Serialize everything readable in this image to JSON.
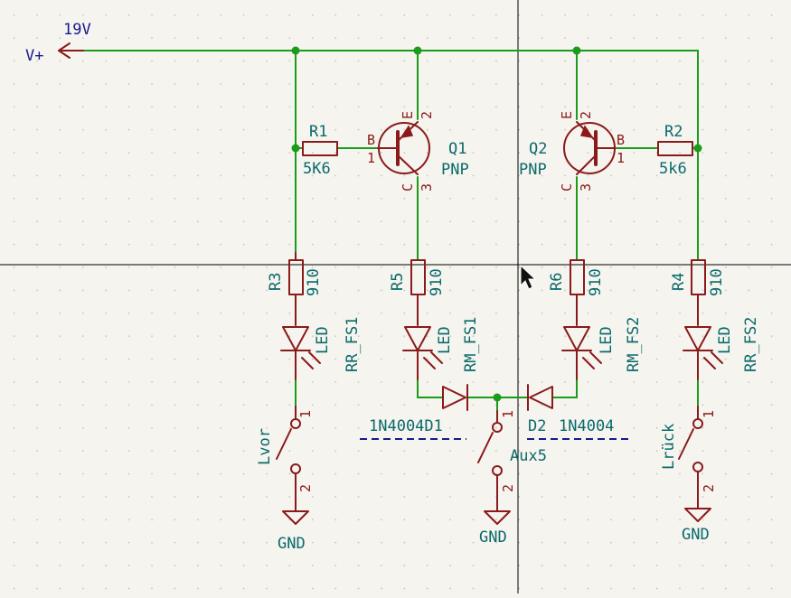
{
  "power": {
    "net_label": "V+",
    "voltage": "19V",
    "ground": "GND"
  },
  "resistors": {
    "r1": {
      "ref": "R1",
      "value": "5K6"
    },
    "r2": {
      "ref": "R2",
      "value": "5k6"
    },
    "r3": {
      "ref": "R3",
      "value": "910"
    },
    "r4": {
      "ref": "R4",
      "value": "910"
    },
    "r5": {
      "ref": "R5",
      "value": "910"
    },
    "r6": {
      "ref": "R6",
      "value": "910"
    }
  },
  "transistors": {
    "q1": {
      "ref": "Q1",
      "value": "PNP",
      "pin_b": "B",
      "pin_e": "E",
      "pin_c": "C",
      "num_b": "1",
      "num_e": "2",
      "num_c": "3"
    },
    "q2": {
      "ref": "Q2",
      "value": "PNP",
      "pin_b": "B",
      "pin_e": "E",
      "pin_c": "C",
      "num_b": "1",
      "num_e": "2",
      "num_c": "3"
    }
  },
  "leds": {
    "fs1": {
      "ref": "LED",
      "value": "RR_FS1"
    },
    "rm1": {
      "ref": "LED",
      "value": "RM_FS1"
    },
    "rm2": {
      "ref": "LED",
      "value": "RM_FS2"
    },
    "fs2": {
      "ref": "LED",
      "value": "RR_FS2"
    }
  },
  "diodes": {
    "d1": {
      "label": "1N4004D1"
    },
    "d2": {
      "ref": "D2",
      "value": "1N4004"
    }
  },
  "switches": {
    "lvor": {
      "label": "Lvor",
      "pin1": "1",
      "pin2": "2"
    },
    "aux5": {
      "label": "Aux5",
      "pin1": "1",
      "pin2": "2"
    },
    "lrueck": {
      "label": "Lrück",
      "pin1": "1",
      "pin2": "2"
    }
  },
  "gnd_labels": [
    "GND",
    "GND",
    "GND"
  ],
  "colors": {
    "wire": "#1a9c1a",
    "symbol": "#8b1a1a",
    "reference": "#0a6a6a",
    "net": "#1a1a8b",
    "background": "#f5f4ef"
  }
}
